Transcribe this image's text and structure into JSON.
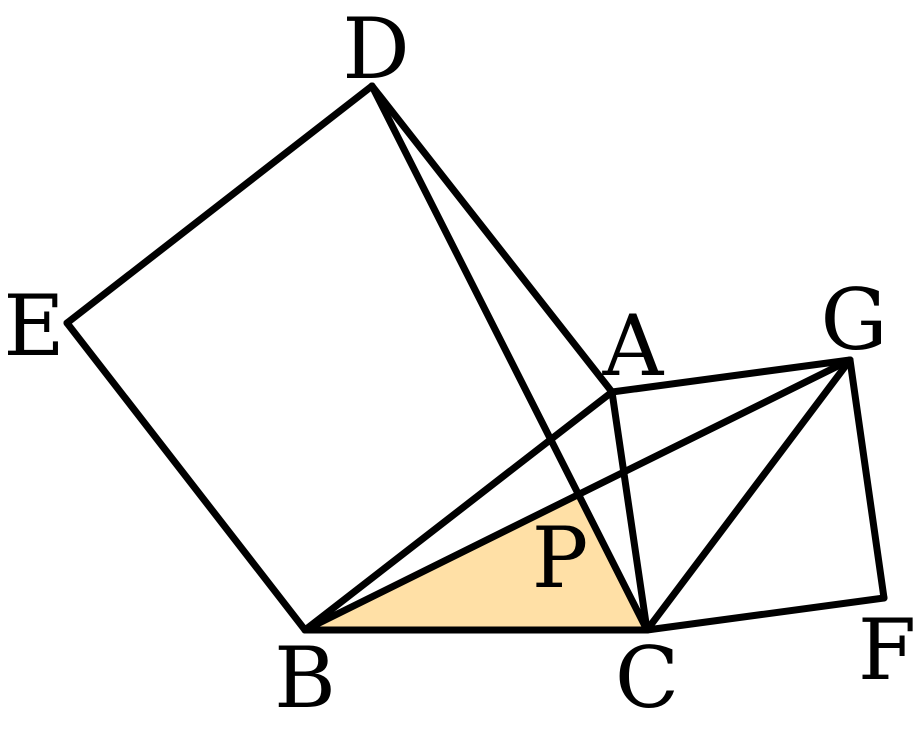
{
  "figure": {
    "highlight_color": "#FFE0A6",
    "line_color": "#000000",
    "background": "#FFFFFF",
    "points": {
      "A": "A",
      "B": "B",
      "C": "C",
      "D": "D",
      "E": "E",
      "F": "F",
      "G": "G",
      "P": "P"
    },
    "highlighted_region": "triangle BPC"
  }
}
